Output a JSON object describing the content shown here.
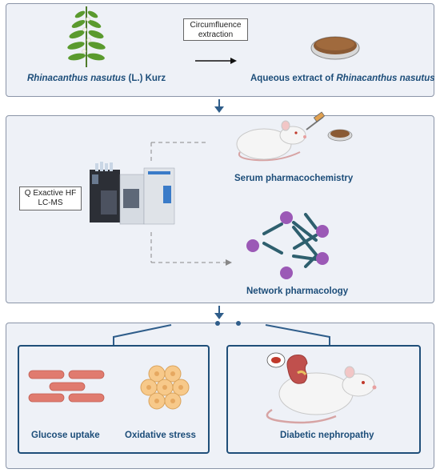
{
  "panel1": {
    "box_label": "Circumfluence extraction",
    "plant_label_italic": "Rhinacanthus nasutus",
    "plant_label_rest": " (L.) Kurz",
    "extract_label_prefix": "Aqueous extract of ",
    "extract_label_italic": "Rhinacanthus nasutus"
  },
  "panel2": {
    "instrument_label_line1": "Q Exactive HF",
    "instrument_label_line2": "LC-MS",
    "serum_label": "Serum pharmacochemistry",
    "network_label": "Network pharmacology"
  },
  "panel3": {
    "glucose_label": "Glucose uptake",
    "oxidative_label": "Oxidative stress",
    "nephropathy_label": "Diabetic nephropathy"
  },
  "colors": {
    "panel_bg": "#eef1f7",
    "label_blue": "#1c4d79",
    "arrow_blue": "#2f5d8a",
    "node_purple": "#9b59b6",
    "edge_teal": "#2e5f6e",
    "muscle_red": "#e07b6f",
    "cell_peach": "#f7c98a"
  },
  "icons": [
    "plant-icon",
    "petri-dish-icon",
    "lc-ms-instrument-icon",
    "rat-syringe-icon",
    "network-graph-icon",
    "muscle-cells-icon",
    "cell-cluster-icon",
    "kidney-rat-icon"
  ]
}
